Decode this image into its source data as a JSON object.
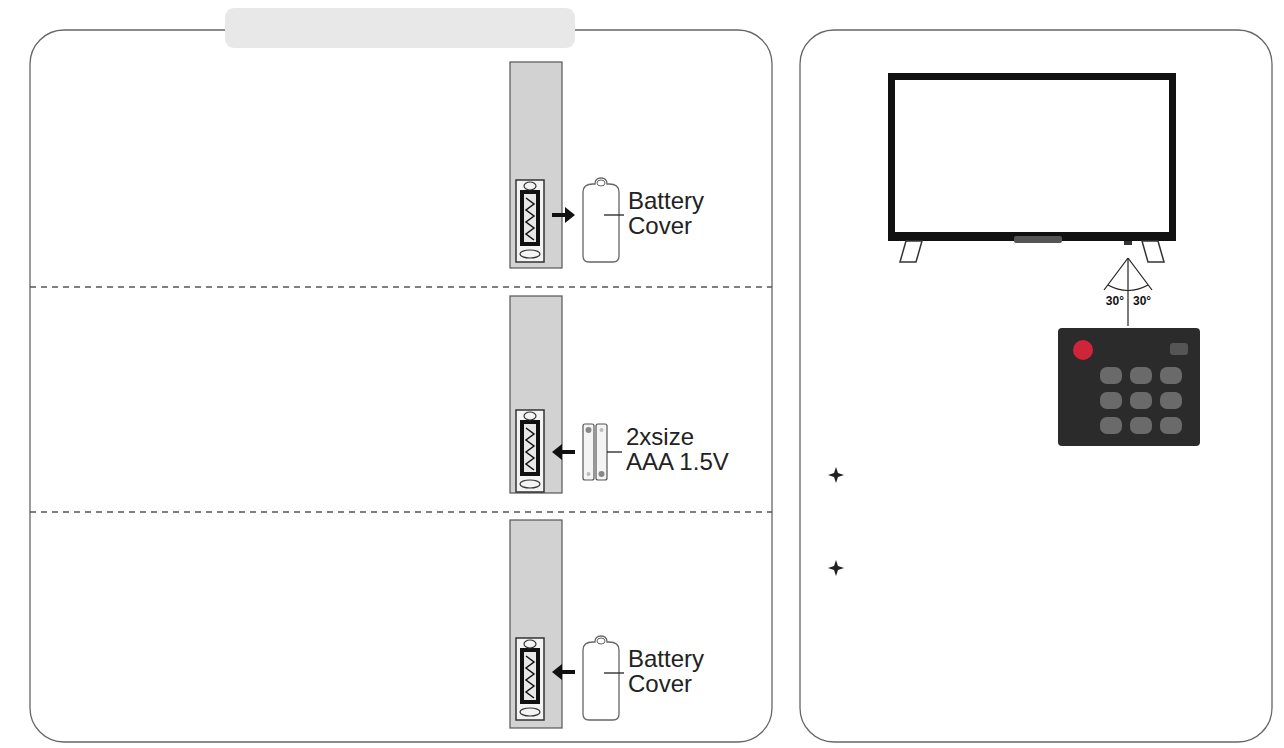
{
  "diagram": {
    "labels": [
      "Battery Cover",
      "2xsize AAA 1.5V",
      "Battery Cover",
      "30°",
      "30°"
    ]
  }
}
